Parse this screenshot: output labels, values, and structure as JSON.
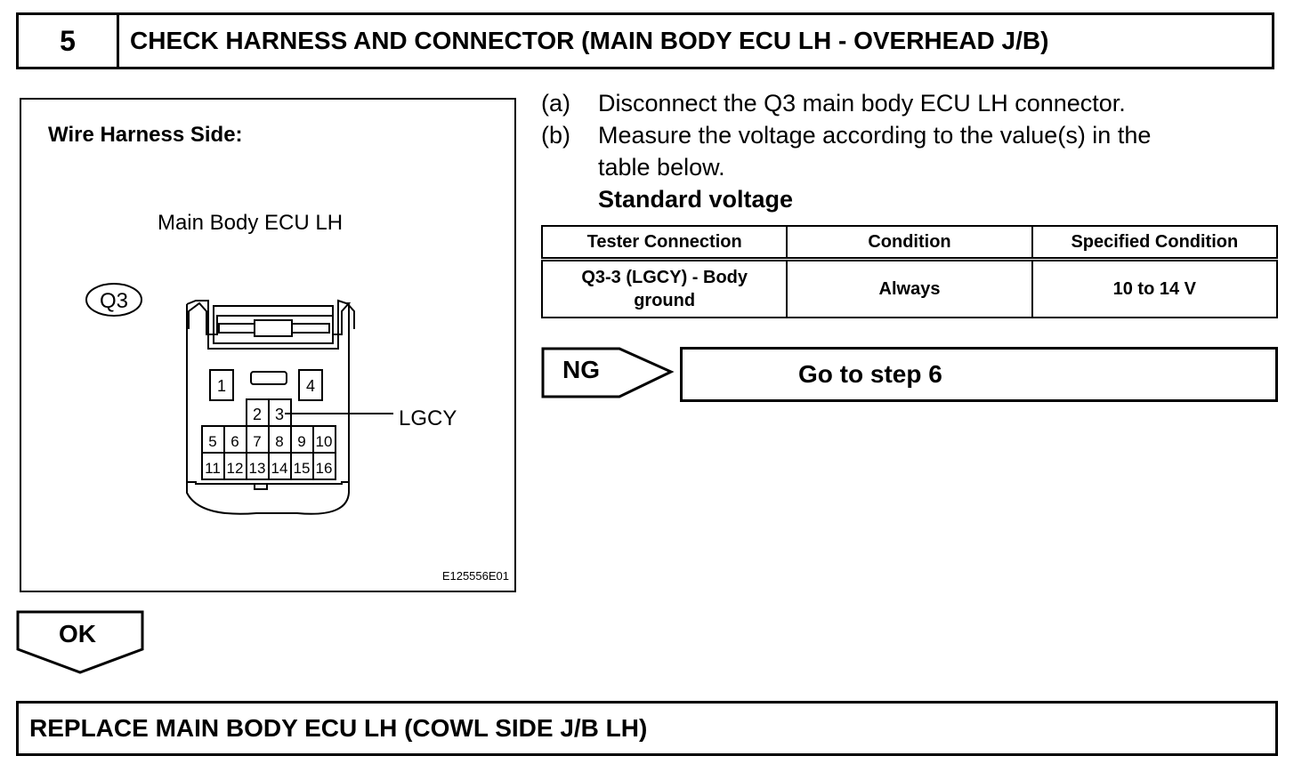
{
  "step": {
    "number": "5",
    "title": "CHECK HARNESS AND CONNECTOR (MAIN BODY ECU LH - OVERHEAD J/B)"
  },
  "figure": {
    "side_label": "Wire Harness Side:",
    "component_label": "Main Body ECU LH",
    "connector_id": "Q3",
    "wire_label": "LGCY",
    "figure_code": "E125556E01",
    "pins_top": [
      "1",
      "4"
    ],
    "pins_mid": [
      "2",
      "3"
    ],
    "pins_row1": [
      "5",
      "6",
      "7",
      "8",
      "9",
      "10"
    ],
    "pins_row2": [
      "11",
      "12",
      "13",
      "14",
      "15",
      "16"
    ]
  },
  "instructions": {
    "a_tag": "(a)",
    "a_text": "Disconnect the Q3 main body ECU LH connector.",
    "b_tag": "(b)",
    "b_text_1": "Measure the voltage according to the value(s) in the",
    "b_text_2": "table below.",
    "standard_label": "Standard voltage"
  },
  "table": {
    "headers": [
      "Tester Connection",
      "Condition",
      "Specified Condition"
    ],
    "row": {
      "connection_1": "Q3-3 (LGCY) - Body",
      "connection_2": "ground",
      "condition": "Always",
      "specified": "10 to 14 V"
    }
  },
  "ng": {
    "label": "NG",
    "action": "Go to step 6"
  },
  "ok": {
    "label": "OK"
  },
  "next": {
    "action": "REPLACE MAIN BODY ECU LH (COWL SIDE J/B LH)"
  }
}
